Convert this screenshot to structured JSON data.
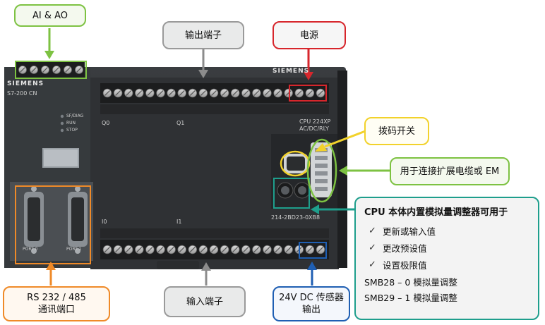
{
  "callouts": {
    "ai_ao": "AI & AO",
    "output_terminals": "输出端子",
    "power": "电源",
    "dip_switch": "拨码开关",
    "expansion": "用于连接扩展电缆或 EM",
    "rs485_line1": "RS 232 / 485",
    "rs485_line2": "通讯端口",
    "input_terminals": "输入端子",
    "sensor_line1": "24V DC 传感器",
    "sensor_line2": "输出"
  },
  "info": {
    "title": "CPU 本体内置模拟量调整器可用于",
    "bullets": [
      "更新或输入值",
      "更改预设值",
      "设置极限值"
    ],
    "check_glyph": "✓",
    "smb": [
      "SMB28 – 0 模拟量调整",
      "SMB29 – 1 模拟量调整"
    ]
  },
  "device": {
    "brand_left": "SIEMENS",
    "brand_main": "SIEMENS",
    "model_left": "S7-200 CN",
    "cpu_model_line1": "CPU 224XP",
    "cpu_model_line2": "AC/DC/RLY",
    "order_no": "214-2BD23-0XB8",
    "status_leds": [
      "SF/DIAG",
      "RUN",
      "STOP"
    ],
    "group_q0": "Q0",
    "group_q1": "Q1",
    "group_i0": "I0",
    "group_i1": "I1",
    "port0": "PORT 0",
    "port1": "PORT 1"
  },
  "colors": {
    "green": "#7dc242",
    "gray": "#9a9a9a",
    "red": "#d7262c",
    "yellow": "#f2d22b",
    "orange": "#ef8a28",
    "blue": "#1f5fb3",
    "teal": "#1e9e8c"
  }
}
